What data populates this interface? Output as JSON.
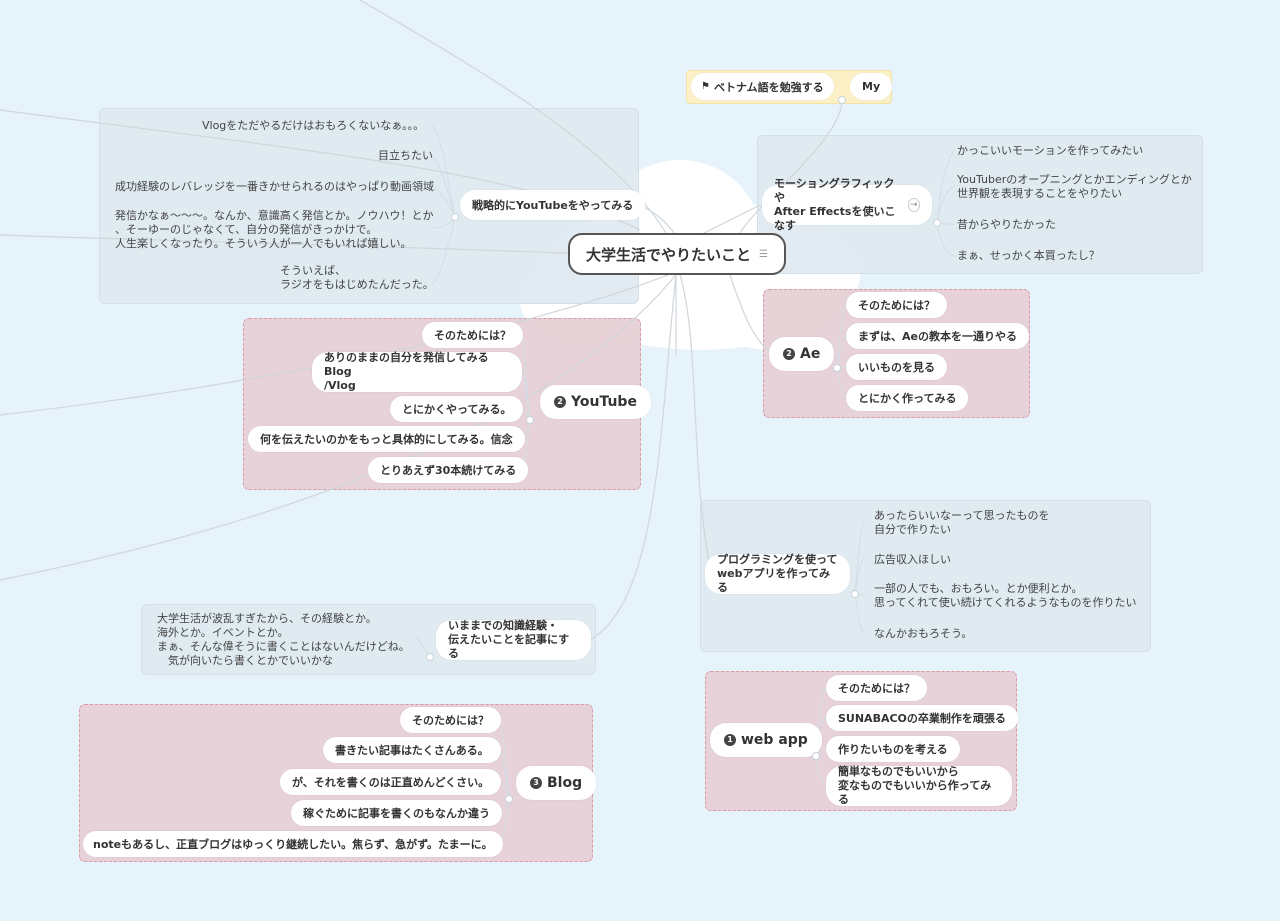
{
  "central": {
    "label": "大学生活でやりたいこと",
    "note_icon": "note-icon"
  },
  "flag": {
    "label": "ベトナム語を勉強する",
    "tag": "My",
    "icon": "flag-icon"
  },
  "youtube_strategy": {
    "hub": "戦略的にYouTubeをやってみる",
    "items": [
      "Vlogをただやるだけはおもろくないなぁ。。。",
      "目立ちたい",
      "成功経験のレバレッジを一番きかせられるのはやっぱり動画領域",
      "発信かなぁ〜〜〜。なんか、意識高く発信とか。ノウハウ！とか\n、そーゆーのじゃなくて、自分の発信がきっかけで。\n人生楽しくなったり。そういう人が一人でもいれば嬉しい。",
      "そういえば、\nラジオをもはじめたんだった。"
    ]
  },
  "motion": {
    "hub": "モーショングラフィックや\nAfter Effectsを使いこなす",
    "items": [
      "かっこいいモーションを作ってみたい",
      "YouTuberのオープニングとかエンディングとか\n世界観を表現することをやりたい",
      "昔からやりたかった",
      "まぁ、せっかく本買ったし？"
    ]
  },
  "youtube_task": {
    "hub": "YouTube",
    "badge": "2",
    "items": [
      "そのためには？",
      "ありのままの自分を発信してみるBlog\n/Vlog",
      "とにかくやってみる。",
      "何を伝えたいのかをもっと具体的にしてみる。信念",
      "とりあえず30本続けてみる"
    ]
  },
  "ae_task": {
    "hub": "Ae",
    "badge": "2",
    "items": [
      "そのためには？",
      "まずは、Aeの教本を一通りやる",
      "いいものを見る",
      "とにかく作ってみる"
    ]
  },
  "programming": {
    "hub": "プログラミングを使って\nwebアプリを作ってみる",
    "items": [
      "あったらいいなーって思ったものを\n自分で作りたい",
      "広告収入ほしい",
      "一部の人でも、おもろい。とか便利とか。\n思ってくれて使い続けてくれるようなものを作りたい",
      "なんかおもろそう。"
    ]
  },
  "article": {
    "hub": "いままでの知識経験・\n伝えたいことを記事にする",
    "item": "大学生活が波乱すぎたから、その経験とか。\n海外とか。イベントとか。\nまぁ、そんな偉そうに書くことはないんだけどね。\n　気が向いたら書くとかでいいかな"
  },
  "webapp_task": {
    "hub": "web app",
    "badge": "1",
    "items": [
      "そのためには？",
      "SUNABACOの卒業制作を頑張る",
      "作りたいものを考える",
      "簡単なものでもいいから\n変なものでもいいから作ってみる"
    ]
  },
  "blog_task": {
    "hub": "Blog",
    "badge": "3",
    "items": [
      "そのためには？",
      "書きたい記事はたくさんある。",
      "が、それを書くのは正直めんどくさい。",
      "稼ぐために記事を書くのもなんか違う",
      "noteもあるし、正直ブログはゆっくり継続したい。焦らず、急がず。たまーに。"
    ]
  }
}
